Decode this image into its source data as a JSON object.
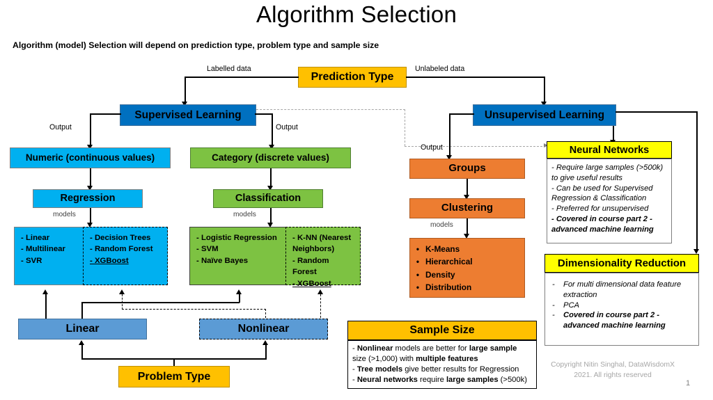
{
  "page": {
    "title": "Algorithm Selection",
    "subtitle": "Algorithm (model) Selection will depend on prediction type, problem type and sample size",
    "page_number": "1",
    "copyright": "Copyright Nitin Singhal, DataWisdomX 2021. All rights reserved"
  },
  "colors": {
    "amber": "#FFC000",
    "blue_dark": "#0070C0",
    "blue_bright": "#00B0F0",
    "blue_mid": "#5B9BD5",
    "green": "#7DC242",
    "orange": "#ED7D31",
    "yellow": "#FFFF00",
    "grey_text": "#A6A6A6"
  },
  "nodes": {
    "prediction_type": "Prediction Type",
    "supervised": "Supervised Learning",
    "unsupervised": "Unsupervised Learning",
    "numeric": "Numeric (continuous values)",
    "category": "Category (discrete values)",
    "regression": "Regression",
    "classification": "Classification",
    "groups": "Groups",
    "clustering": "Clustering",
    "linear": "Linear",
    "nonlinear": "Nonlinear",
    "problem_type": "Problem Type"
  },
  "edge_labels": {
    "labelled_data": "Labelled data",
    "unlabeled_data": "Unlabeled data",
    "output_left": "Output",
    "output_right": "Output",
    "output_unsup": "Output",
    "models_regression": "models",
    "models_classification": "models",
    "models_clustering": "models"
  },
  "model_lists": {
    "regression_linear": [
      "- Linear",
      "- Multilinear",
      "- SVR"
    ],
    "regression_nonlinear": [
      "- Decision Trees",
      "- Random Forest",
      "- XGBoost"
    ],
    "classification_linear": [
      "- Logistic  Regression",
      "- SVM",
      "- Naïve Bayes"
    ],
    "classification_nonlinear": [
      "- K-NN (Nearest Neighbors)",
      "- Random Forest",
      "- XGBoost"
    ],
    "clustering_models": [
      "K-Means",
      "Hierarchical",
      "Density",
      "Distribution"
    ]
  },
  "panels": {
    "neural_networks": {
      "header": "Neural Networks",
      "lines": [
        {
          "text": "- Require large samples (>500k) to give useful results",
          "bold": false
        },
        {
          "text": "- Can be used for Supervised Regression & Classification",
          "bold": false
        },
        {
          "text": "- Preferred for unsupervised",
          "bold": false
        },
        {
          "text": "- Covered in course  part 2 - advanced machine learning",
          "bold": true
        }
      ]
    },
    "dimensionality_reduction": {
      "header": "Dimensionality Reduction",
      "lines": [
        {
          "text": "For multi dimensional data feature extraction",
          "bold": false
        },
        {
          "text": "PCA",
          "bold": false
        },
        {
          "text": "Covered in course  part 2 - advanced machine learning",
          "bold": true
        }
      ]
    },
    "sample_size": {
      "header": "Sample Size",
      "lines": [
        "- <b>Nonlinear</b> models are better for <b>large sample</b> size (>1,000) with <b>multiple features</b>",
        "- <b>Tree models</b> give better results for Regression",
        "- <b>Neural networks</b> require <b>large samples</b> (>500k)"
      ]
    }
  }
}
